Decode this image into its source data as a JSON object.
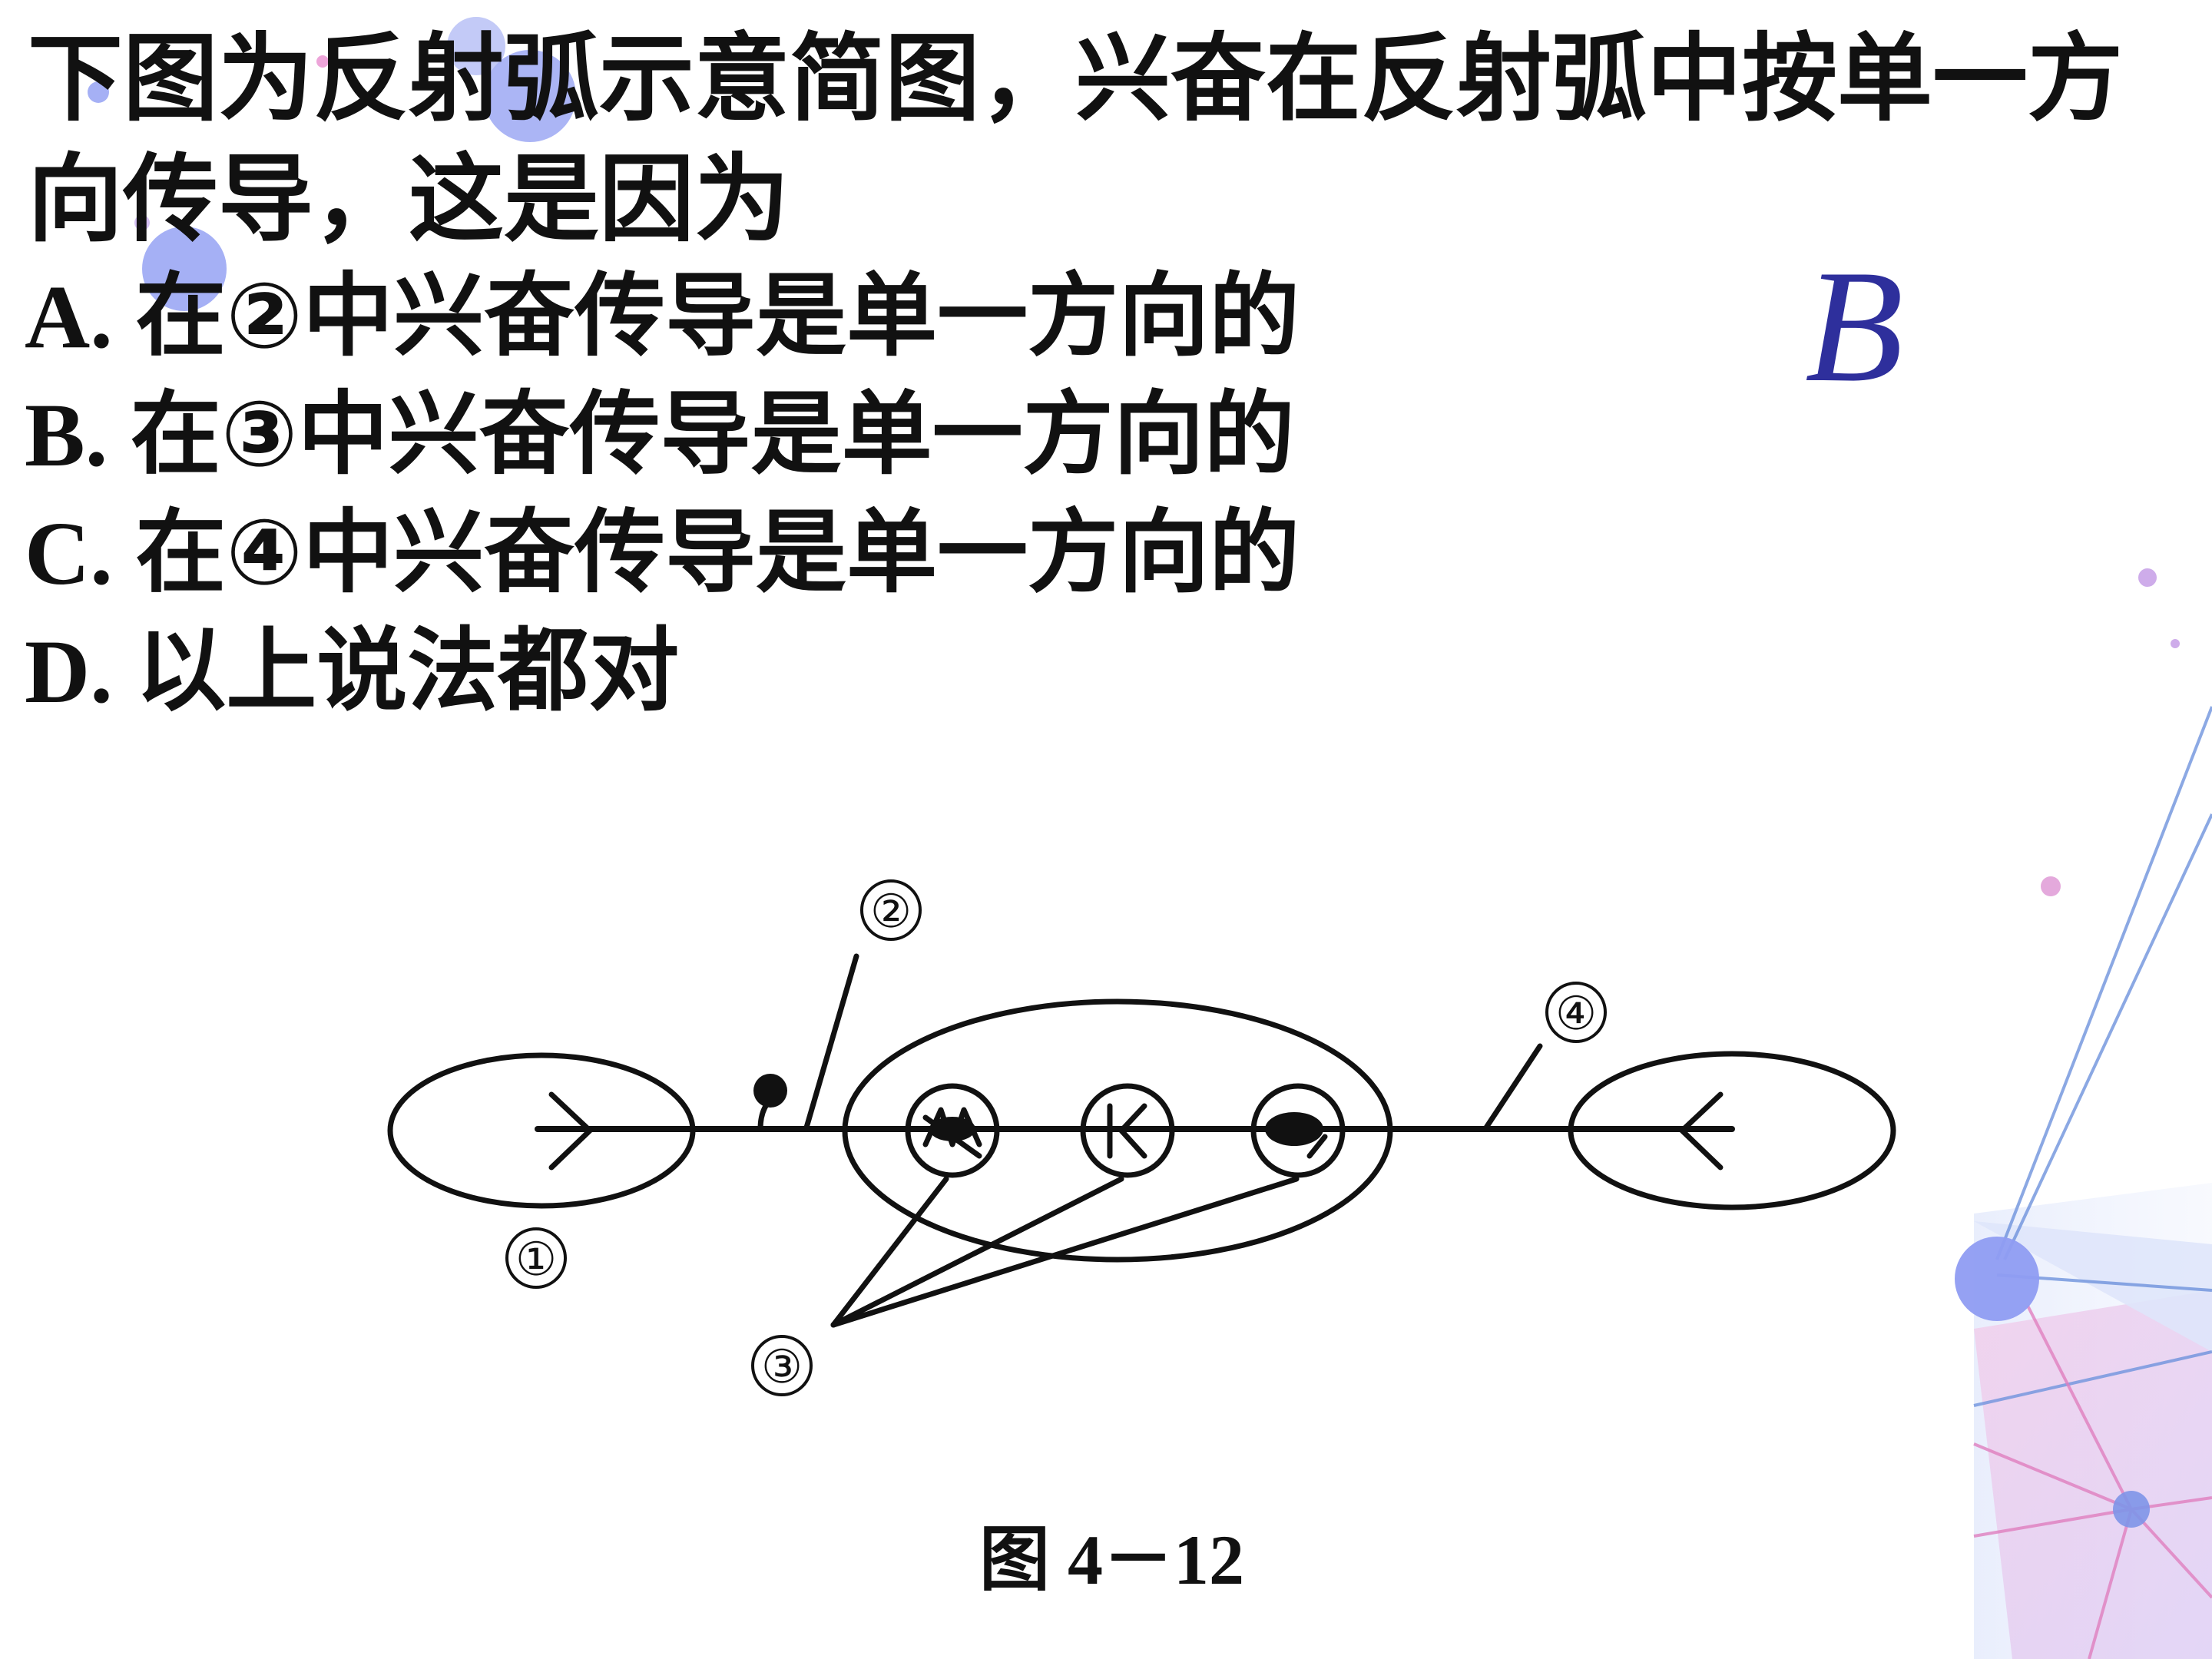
{
  "question": {
    "line1": "下图为反射弧示意简图，兴奋在反射弧中按单一方",
    "line2": "向传导，这是因为"
  },
  "options": [
    {
      "letter": "A",
      "text": "在②中兴奋传导是单一方向的"
    },
    {
      "letter": "B",
      "text": "在③中兴奋传导是单一方向的"
    },
    {
      "letter": "C",
      "text": "在④中兴奋传导是单一方向的"
    },
    {
      "letter": "D",
      "text": "以上说法都对"
    }
  ],
  "option_separator": ". ",
  "answer": "B",
  "diagram": {
    "markers": [
      "①",
      "②",
      "③",
      "④"
    ],
    "caption": "图 4－12"
  },
  "colors": {
    "answer": "#2e2f9c",
    "text": "#111111",
    "decor_blue": "#8f9cf2",
    "decor_pink": "#e88fd0",
    "decor_line": "#6f93dd"
  }
}
